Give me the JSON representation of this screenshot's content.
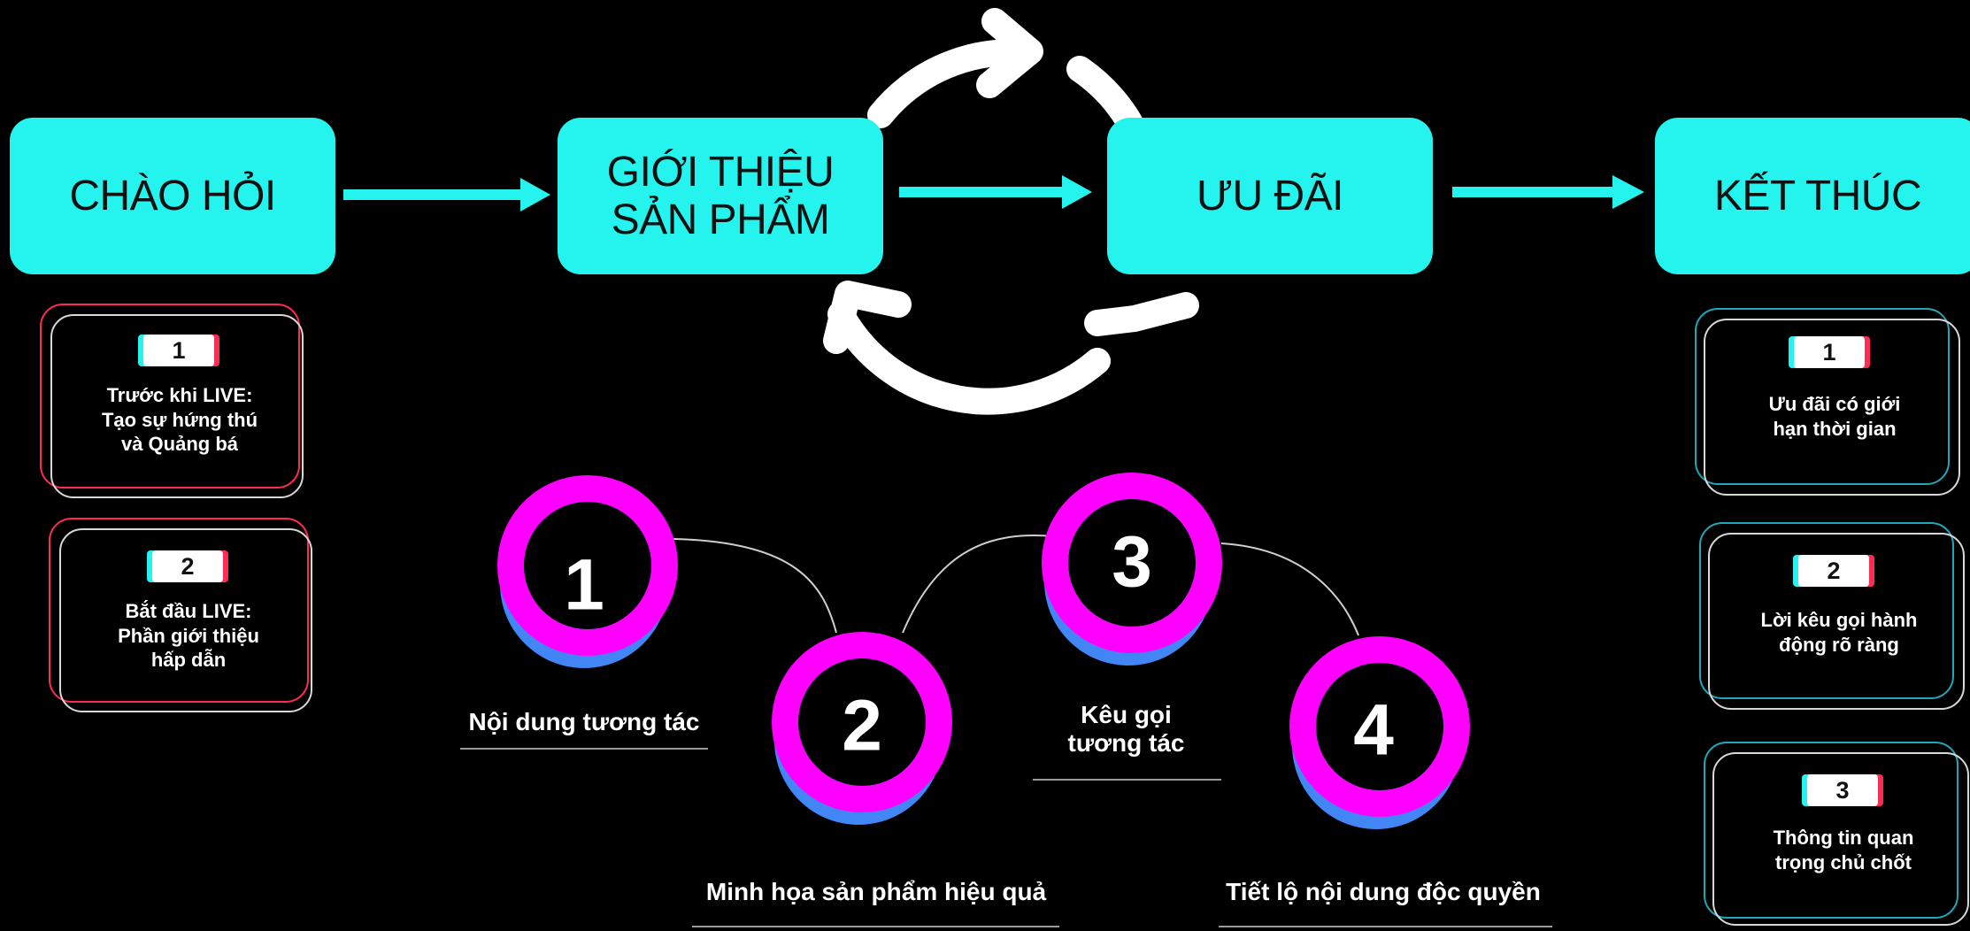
{
  "colors": {
    "background": "#000000",
    "stage_fill": "#25F4EE",
    "ring_magenta": "#FF00FF",
    "ring_blue": "#4285F4",
    "tiktok_cyan": "#25F4EE",
    "tiktok_red": "#FE2C55",
    "arrow": "#25F4EE",
    "cycle_arrows": "#FFFFFF"
  },
  "stages": [
    {
      "label": "CHÀO HỎI"
    },
    {
      "label": "GIỚI THIỆU\nSẢN PHẨM"
    },
    {
      "label": "ƯU ĐÃI"
    },
    {
      "label": "KẾT THÚC"
    }
  ],
  "cycle_icon": "refresh-cycle-icon",
  "left_cards": [
    {
      "badge": "1",
      "text": "Trước khi LIVE:\nTạo sự hứng thú\nvà Quảng bá"
    },
    {
      "badge": "2",
      "text": "Bắt đầu LIVE:\nPhần giới thiệu\nhấp dẫn"
    }
  ],
  "right_cards": [
    {
      "badge": "1",
      "text": "Ưu đãi có giới\nhạn thời gian"
    },
    {
      "badge": "2",
      "text": "Lời kêu gọi hành\nđộng rõ ràng"
    },
    {
      "badge": "3",
      "text": "Thông tin quan\ntrọng chủ chốt"
    }
  ],
  "steps": [
    {
      "number": "1",
      "label": "Nội dung tương tác"
    },
    {
      "number": "2",
      "label": "Minh họa sản phẩm hiệu quả"
    },
    {
      "number": "3",
      "label": "Kêu gọi\ntương tác"
    },
    {
      "number": "4",
      "label": "Tiết lộ nội dung độc quyền"
    }
  ]
}
